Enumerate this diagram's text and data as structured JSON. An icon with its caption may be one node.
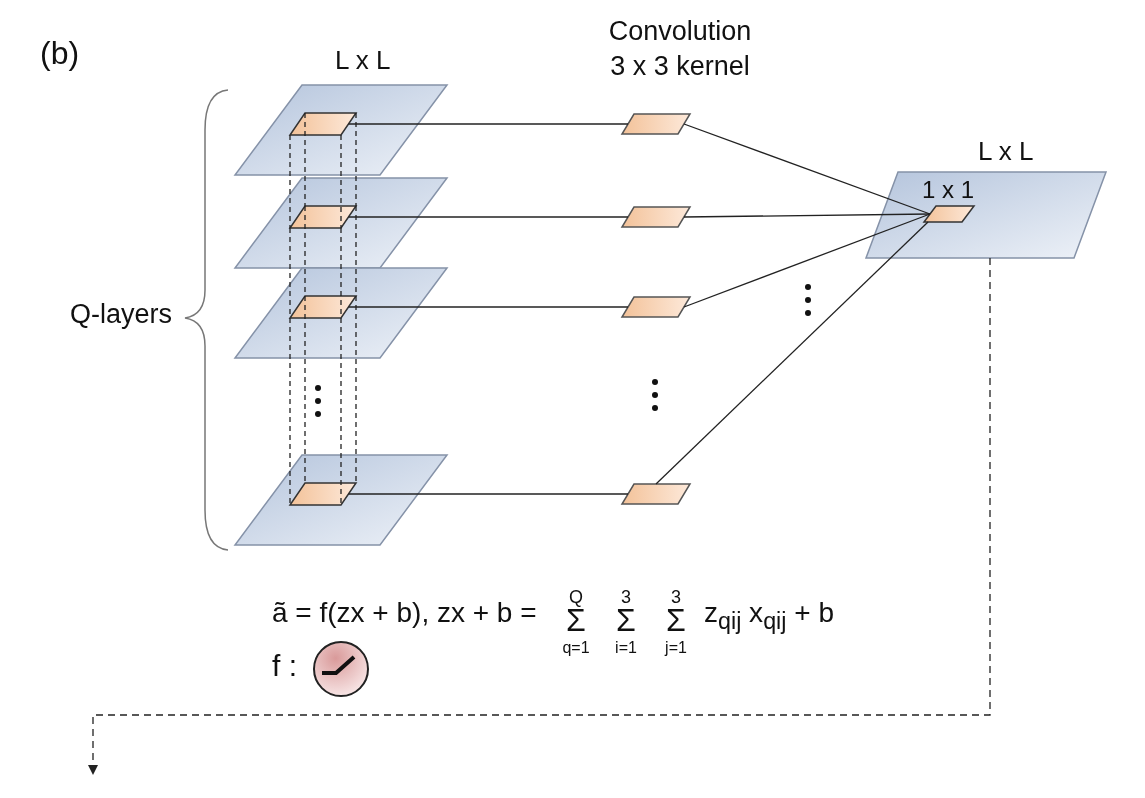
{
  "diagram": {
    "nodes": [
      {
        "text": [],
        "shape": "parallelogram",
        "beside": [
          "L x L"
        ]
      },
      {
        "text": [],
        "shape": "parallelogram"
      },
      {
        "text": [],
        "shape": "parallelogram"
      },
      {
        "text": [],
        "shape": "parallelogram"
      },
      {
        "text": [],
        "shape": "parallelogram",
        "in": 0
      },
      {
        "text": [],
        "shape": "parallelogram",
        "in": 1
      },
      {
        "text": [],
        "shape": "parallelogram",
        "in": 2
      },
      {
        "text": [],
        "shape": "parallelogram",
        "in": 3
      },
      {
        "text": [],
        "shape": "parallelogram"
      },
      {
        "text": [],
        "shape": "parallelogram"
      },
      {
        "text": [],
        "shape": "parallelogram"
      },
      {
        "text": [],
        "shape": "parallelogram"
      },
      {
        "text": [],
        "shape": "parallelogram",
        "beside": [
          "L x L"
        ]
      },
      {
        "text": [],
        "shape": "parallelogram",
        "in": 12,
        "beside": [
          "1 x 1"
        ]
      }
    ],
    "edges": [
      {
        "from": 4,
        "to": 8,
        "arrow": "none"
      },
      {
        "from": 5,
        "to": 9,
        "arrow": "none"
      },
      {
        "from": 6,
        "to": 10,
        "arrow": "none"
      },
      {
        "from": 7,
        "to": 11,
        "arrow": "none"
      },
      {
        "from": 8,
        "to": 13,
        "arrow": "none"
      },
      {
        "from": 9,
        "to": 13,
        "arrow": "none"
      },
      {
        "from": 10,
        "to": 13,
        "arrow": "none"
      },
      {
        "from": 11,
        "to": 13,
        "arrow": "none"
      },
      {
        "from": 12,
        "to": null,
        "arrow": "to",
        "style": "dashed"
      },
      {
        "from": 4,
        "to": 5,
        "arrow": "none",
        "style": "dashed"
      },
      {
        "from": 4,
        "to": 5,
        "arrow": "none",
        "style": "dashed"
      },
      {
        "from": 4,
        "to": 5,
        "arrow": "none",
        "style": "dashed"
      },
      {
        "from": 4,
        "to": 5,
        "arrow": "none",
        "style": "dashed"
      },
      {
        "from": 5,
        "to": 6,
        "arrow": "none",
        "style": "dashed"
      },
      {
        "from": 5,
        "to": 6,
        "arrow": "none",
        "style": "dashed"
      },
      {
        "from": 5,
        "to": 6,
        "arrow": "none",
        "style": "dashed"
      },
      {
        "from": 5,
        "to": 6,
        "arrow": "none",
        "style": "dashed"
      },
      {
        "from": 6,
        "to": 7,
        "arrow": "none",
        "style": "dashed"
      },
      {
        "from": 6,
        "to": 7,
        "arrow": "none",
        "style": "dashed"
      },
      {
        "from": 6,
        "to": 7,
        "arrow": "none",
        "style": "dashed"
      },
      {
        "from": 6,
        "to": 7,
        "arrow": "none",
        "style": "dashed"
      }
    ],
    "labels": [
      "(b)",
      "Convolution 3 x 3 kernel",
      "Q-layers",
      "ã = f(zx + b), zx + b =",
      "Q",
      "Σ",
      "q=1",
      "3",
      "Σ",
      "i=1",
      "3",
      "Σ",
      "j=1",
      "z$_{qij}$ x$_{qij}$ + b",
      "f :"
    ]
  }
}
